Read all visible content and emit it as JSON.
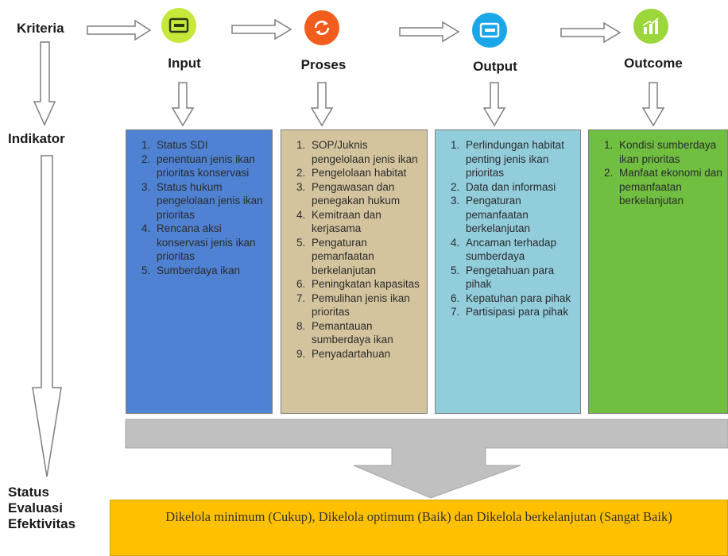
{
  "labels": {
    "kriteria": "Kriteria",
    "indikator": "Indikator",
    "status_line1": "Status",
    "status_line2": "Evaluasi",
    "status_line3": "Efektivitas"
  },
  "columns": [
    {
      "heading": "Input",
      "icon": "input-box-icon",
      "icon_color": "#c6e83a",
      "box_color": "#4f82d3",
      "items": [
        "Status SDI",
        "penentuan jenis ikan prioritas konservasi",
        "Status hukum pengelolaan jenis ikan prioritas",
        "Rencana aksi konservasi jenis ikan prioritas",
        "Sumberdaya ikan"
      ]
    },
    {
      "heading": "Proses",
      "icon": "cycle-arrows-icon",
      "icon_color": "#f25c1d",
      "box_color": "#d4c49e",
      "items": [
        "SOP/Juknis pengelolaan jenis ikan",
        "Pengelolaan habitat",
        "Pengawasan dan penegakan hukum",
        "Kemitraan dan kerjasama",
        "Pengaturan pemanfaatan berkelanjutan",
        "Peningkatan kapasitas",
        "Pemulihan jenis ikan prioritas",
        "Pemantauan sumberdaya ikan",
        "Penyadartahuan"
      ]
    },
    {
      "heading": "Output",
      "icon": "output-box-icon",
      "icon_color": "#1aa7ea",
      "box_color": "#92cddc",
      "items": [
        "Perlindungan habitat penting jenis ikan prioritas",
        "Data dan informasi",
        "Pengaturan pemanfaatan berkelanjutan",
        "Ancaman terhadap sumberdaya",
        "Pengetahuan para pihak",
        "Kepatuhan para pihak",
        "Partisipasi para pihak"
      ]
    },
    {
      "heading": "Outcome",
      "icon": "bar-chart-icon",
      "icon_color": "#9bd63a",
      "box_color": "#70bf41",
      "items": [
        "Kondisi sumberdaya ikan prioritas",
        "Manfaat ekonomi dan pemanfaatan berkelanjutan"
      ]
    }
  ],
  "status_text": "Dikelola minimum (Cukup), Dikelola optimum (Baik)  dan Dikelola berkelanjutan (Sangat Baik)"
}
